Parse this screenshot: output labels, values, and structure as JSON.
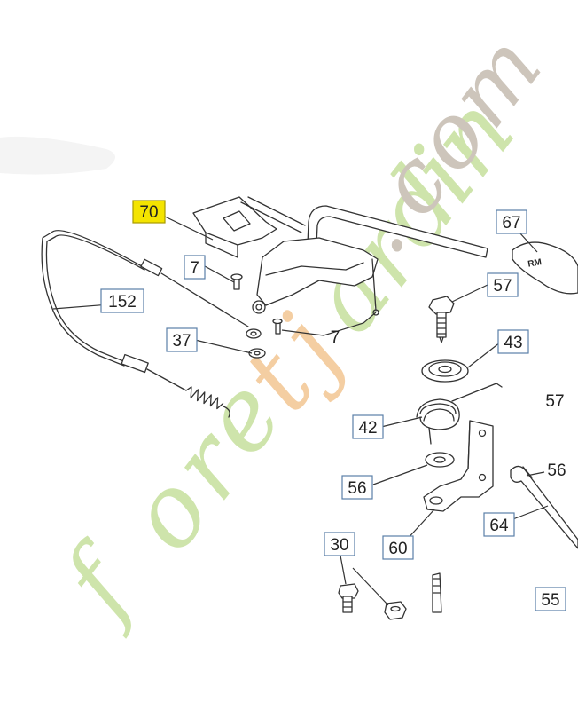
{
  "watermark": {
    "letters": [
      "f",
      "o",
      "r",
      "e",
      "t",
      "j",
      "a",
      "r",
      "d",
      "i",
      "n",
      ".",
      "c",
      "o",
      "m"
    ],
    "colors": {
      "green": "#c9e2a2",
      "orange": "#f3c999",
      "grey": "#c8bfb4"
    }
  },
  "callouts": [
    {
      "id": "c70",
      "label": "70",
      "highlight": true
    },
    {
      "id": "c67",
      "label": "67",
      "highlight": false
    },
    {
      "id": "c7a",
      "label": "7",
      "highlight": false
    },
    {
      "id": "c152",
      "label": "152",
      "highlight": false
    },
    {
      "id": "c57a",
      "label": "57",
      "highlight": false
    },
    {
      "id": "c37",
      "label": "37",
      "highlight": false
    },
    {
      "id": "c7b",
      "label": "7",
      "highlight": false,
      "plain": true
    },
    {
      "id": "c43",
      "label": "43",
      "highlight": false
    },
    {
      "id": "c57b",
      "label": "57",
      "highlight": false,
      "plain": true
    },
    {
      "id": "c42",
      "label": "42",
      "highlight": false
    },
    {
      "id": "c56a",
      "label": "56",
      "highlight": false
    },
    {
      "id": "c56b",
      "label": "56",
      "highlight": false,
      "plain": true
    },
    {
      "id": "c64",
      "label": "64",
      "highlight": false
    },
    {
      "id": "c30",
      "label": "30",
      "highlight": false
    },
    {
      "id": "c60",
      "label": "60",
      "highlight": false
    },
    {
      "id": "c55",
      "label": "55",
      "highlight": false
    }
  ],
  "colors": {
    "highlight": "#f4e400",
    "box_border": "#5a7fa8",
    "line": "#333333"
  }
}
